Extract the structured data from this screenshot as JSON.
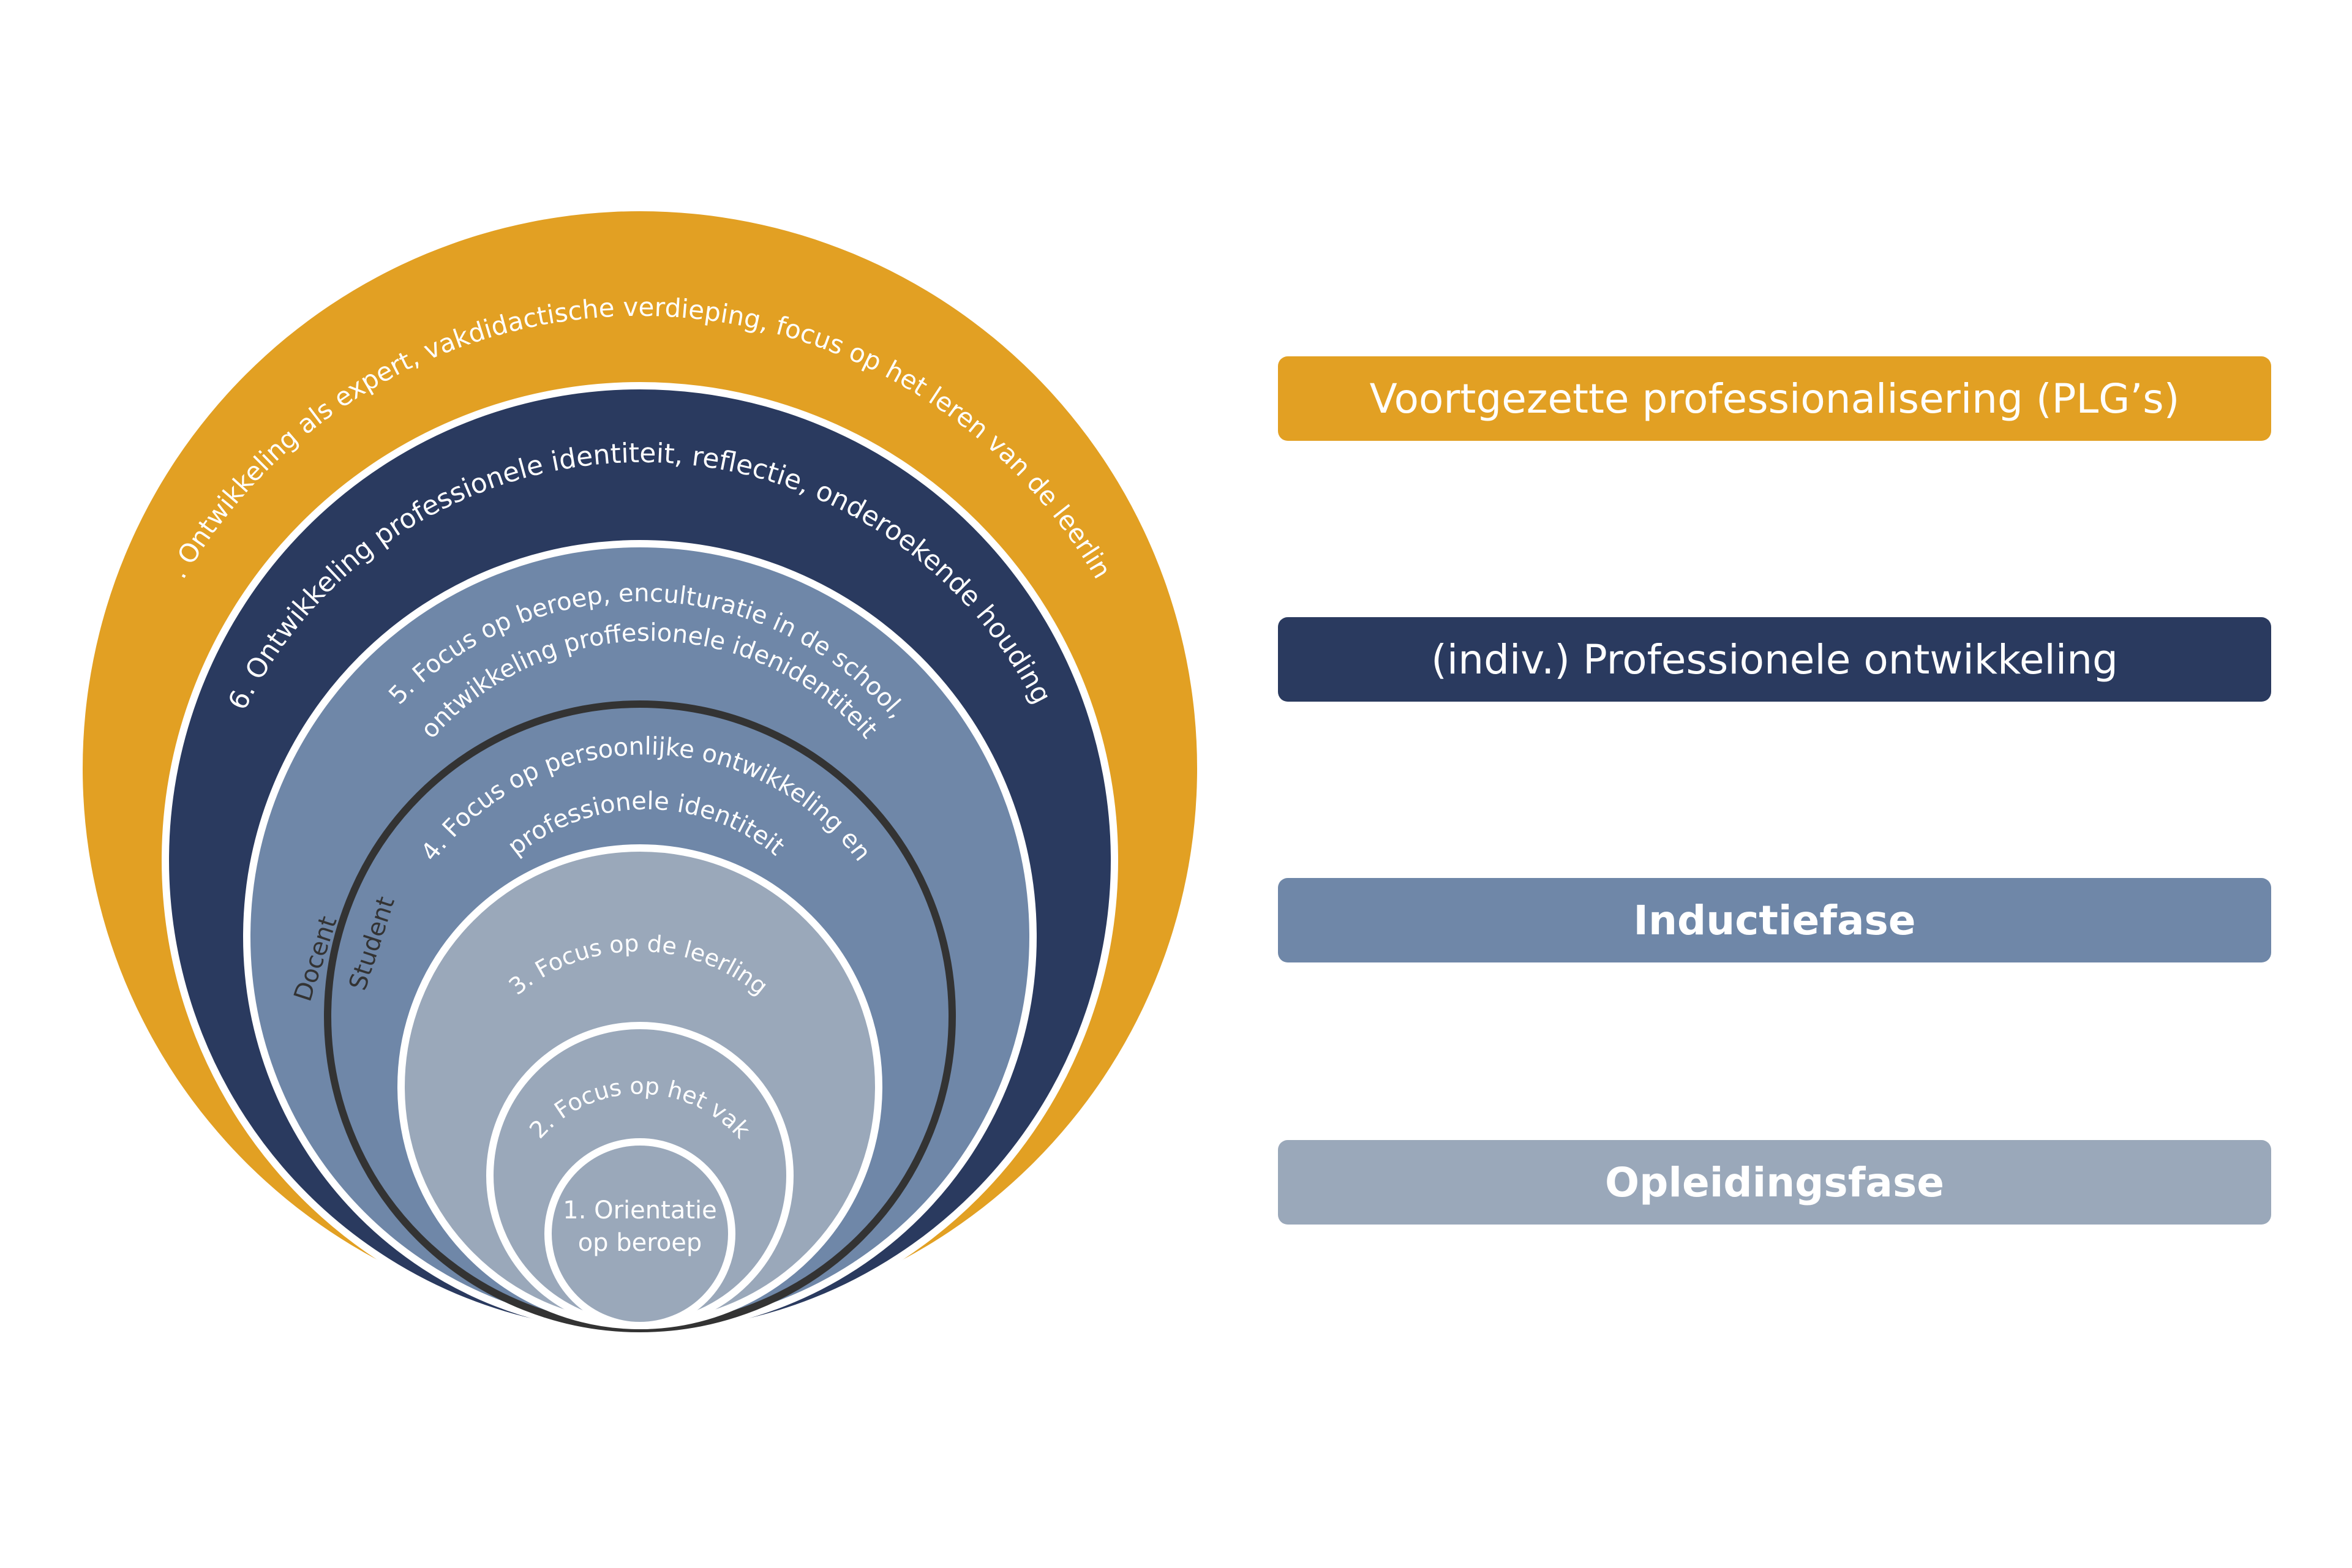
{
  "colors": {
    "ring7": "#E2A023",
    "ring6": "#2A3A5F",
    "ring5": "#6F87A8",
    "ring4": "#6F87A8",
    "ring3": "#9AA8BA",
    "ring2": "#9AA8BA",
    "ring1": "#9AA8BA",
    "divider": "#333333",
    "separator": "#ffffff"
  },
  "rings": {
    "r7": "7. Ontwikkeling als expert, vakdidactische verdieping, focus op het leren van de leerling",
    "r6": "6. Ontwikkeling professionele identiteit, reflectie, onderoekende houding",
    "r5_line1": "5. Focus op beroep, enculturatie in de school,",
    "r5_line2": "ontwikkeling proffesionele idenidentiteit",
    "r4_line1": "4. Focus op persoonlijke ontwikkeling en",
    "r4_line2": "professionele identiteit",
    "r3": "3. Focus op de leerling",
    "r2": "2. Focus op het vak",
    "r1_line1": "1. Orientatie",
    "r1_line2": "op beroep"
  },
  "divider_labels": {
    "docent": "Docent",
    "student": "Student"
  },
  "phases": [
    {
      "label": "Voortgezette professionalisering (PLG’s)",
      "color": "#E2A023"
    },
    {
      "label": "(indiv.) Professionele ontwikkeling",
      "color": "#2A3A5F"
    },
    {
      "label": "Inductiefase",
      "color": "#6F87A8"
    },
    {
      "label": "Opleidingsfase",
      "color": "#9AA8BA"
    }
  ]
}
